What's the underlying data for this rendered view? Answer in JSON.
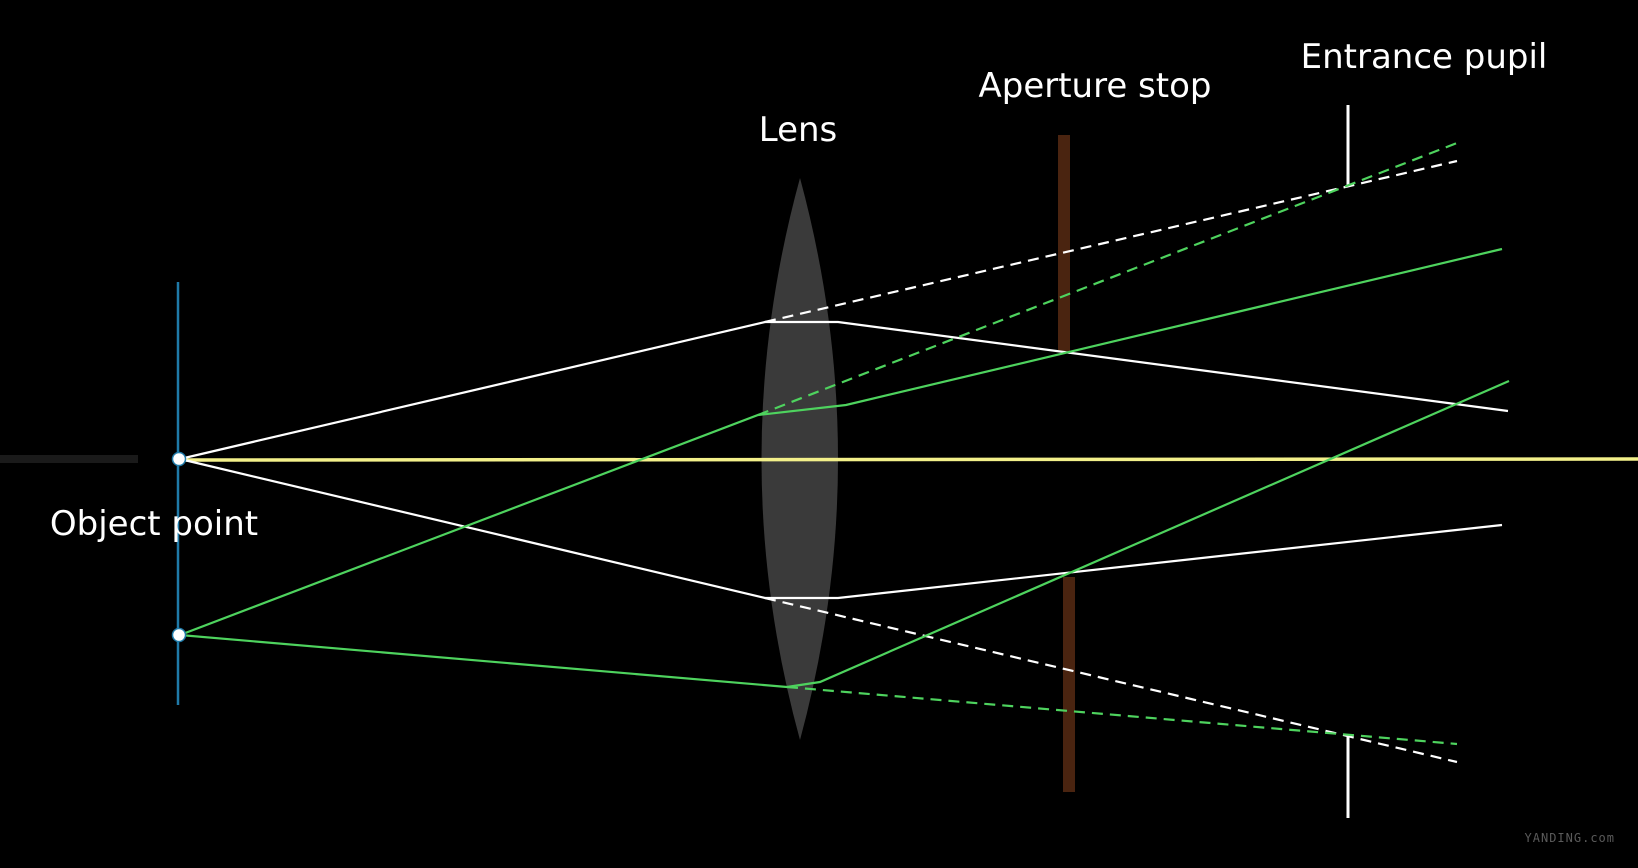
{
  "labels": {
    "lens": "Lens",
    "aperture_stop": "Aperture stop",
    "entrance_pupil": "Entrance pupil",
    "object_point": "Object point"
  },
  "watermark": "YANDING.com",
  "colors": {
    "background": "#000000",
    "lens": "#3a3a3a",
    "aperture_stop": "#4a2410",
    "object_plane": "#1f7aa8",
    "axis": "#f3f08a",
    "marginal_rays": "#ffffff",
    "chief_rays": "#4ed35e"
  }
}
